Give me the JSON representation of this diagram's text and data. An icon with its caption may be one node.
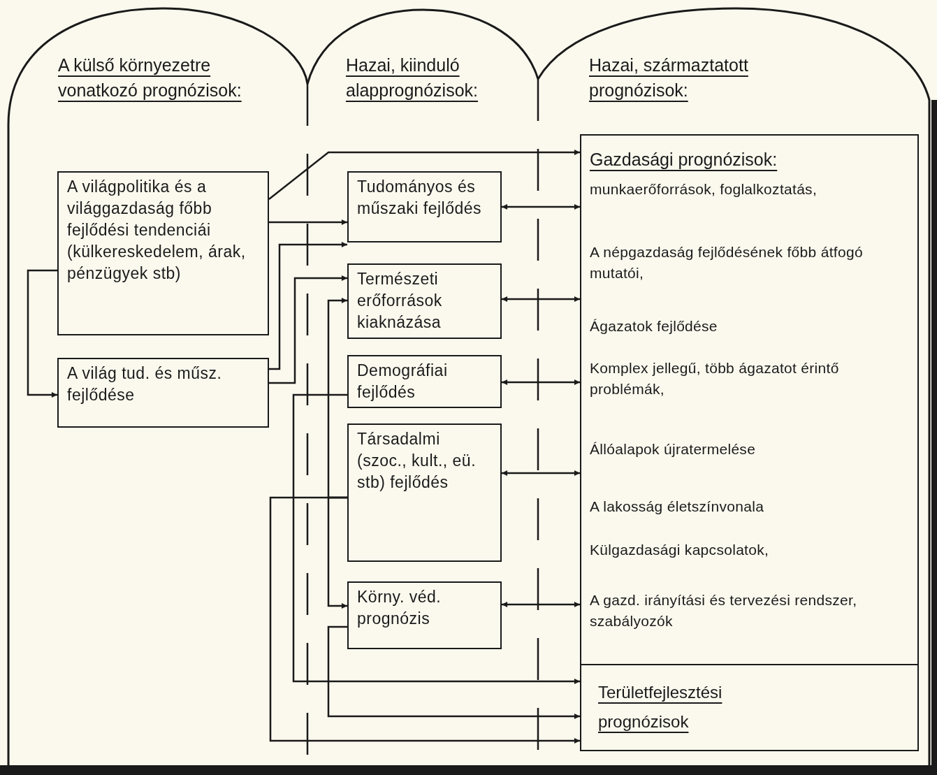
{
  "diagram": {
    "nodes": [
      {
        "text": [
          "A külső környezetre vonatkozó prognózisok:"
        ]
      },
      {
        "text": [
          "Hazai, kiinduló alapprognózisok:"
        ]
      },
      {
        "text": [
          "Hazai, származtatott prognózisok:"
        ]
      },
      {
        "text": [
          "A világpolitika és a világgazdaság főbb fejlődési tendenciái (külkereskedelem, árak, pénzügyek stb)"
        ],
        "in": 0
      },
      {
        "text": [
          "A világ tud. és műsz. fejlődése"
        ],
        "in": 0
      },
      {
        "text": [
          "Tudományos és műszaki fejlődés"
        ],
        "in": 1
      },
      {
        "text": [
          "Természeti erőforrások kiaknázása"
        ],
        "in": 1
      },
      {
        "text": [
          "Demográfiai fejlődés"
        ],
        "in": 1
      },
      {
        "text": [
          "Társadalmi (szoc., kult., eü. stb) fejlődés"
        ],
        "in": 1
      },
      {
        "text": [
          "Körny. véd. prognózis"
        ],
        "in": 1
      },
      {
        "text": [
          "Gazdasági prognózisok:",
          "munkaerőforrások, foglalkoztatás,",
          "A népgazdaság fejlődésének főbb átfogó mutatói,",
          "Ágazatok fejlődése",
          "Komplex jellegű, több ágazatot érintő problémák,",
          "Állóalapok újratermelése",
          "A lakosság életszínvonala",
          "Külgazdasági kapcsolatok,",
          "A gazd. irányítási és tervezési rendszer, szabályozók"
        ],
        "in": 2
      },
      {
        "text": [
          "Területfejlesztési prognózisok"
        ],
        "in": 2
      }
    ],
    "edges": [
      {
        "from": 3,
        "to": 10,
        "arrow": "to"
      },
      {
        "from": 3,
        "to": 5,
        "arrow": "to"
      },
      {
        "from": 3,
        "to": 4,
        "arrow": "to"
      },
      {
        "from": 4,
        "to": 5,
        "arrow": "to"
      },
      {
        "from": 4,
        "to": 6,
        "arrow": "to"
      },
      {
        "from": 8,
        "to": 6,
        "arrow": "to"
      },
      {
        "from": 8,
        "to": 9,
        "arrow": "to"
      },
      {
        "from": 5,
        "to": 10,
        "arrow": "both"
      },
      {
        "from": 6,
        "to": 10,
        "arrow": "both"
      },
      {
        "from": 7,
        "to": 10,
        "arrow": "both"
      },
      {
        "from": 8,
        "to": 10,
        "arrow": "both"
      },
      {
        "from": 9,
        "to": 10,
        "arrow": "both"
      },
      {
        "from": 7,
        "to": 11,
        "arrow": "to"
      },
      {
        "from": 9,
        "to": 11,
        "arrow": "to"
      },
      {
        "from": 8,
        "to": 11,
        "arrow": "to"
      }
    ]
  }
}
